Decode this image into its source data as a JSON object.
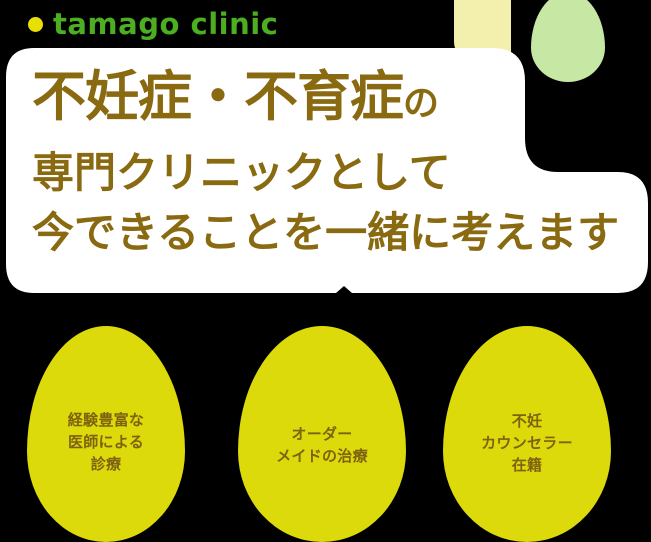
{
  "brand": {
    "dot_icon": "egg-dot-icon",
    "name": "tamago clinic",
    "name_color": "#4CAF22",
    "dot_color": "#E8DF06"
  },
  "decor": {
    "square_color": "#F3EFAD",
    "egg_color": "#C6E8A4",
    "square_name": "pale-yellow-square",
    "egg_name": "pale-green-egg"
  },
  "headline": {
    "color": "#8A6A11",
    "bubble_color": "#FFFFFF",
    "line1_main": "不妊症・不育症",
    "line1_suffix": "の",
    "line2": "専門クリニックとして",
    "line3": "今できることを一緒に考えます"
  },
  "features": [
    {
      "id": "experienced-doctors",
      "label": "経験豊富な\n医師による\n診療",
      "color": "#DCDA0B",
      "text_color": "#7E620F"
    },
    {
      "id": "custom-made-treatment",
      "label": "オーダー\nメイドの治療",
      "color": "#DCDA0B",
      "text_color": "#7E620F"
    },
    {
      "id": "infertility-counselor",
      "label": "不妊\nカウンセラー\n在籍",
      "color": "#DCDA0B",
      "text_color": "#7E620F"
    }
  ]
}
